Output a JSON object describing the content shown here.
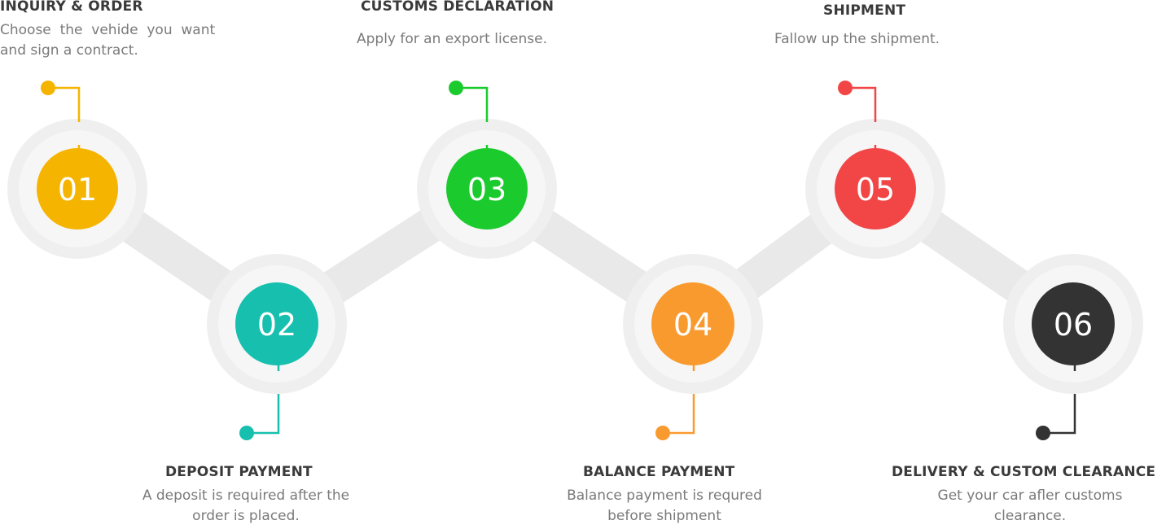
{
  "steps": [
    {
      "number": "01",
      "title": "INQUIRY & ORDER",
      "desc_line1": "Choose  the  vehide  you  want",
      "desc_line2": "and sign a contract.",
      "color": "#f5b400"
    },
    {
      "number": "02",
      "title": "DEPOSIT PAYMENT",
      "desc_line1": "A deposit is required after the",
      "desc_line2": "order is placed.",
      "color": "#16bfae"
    },
    {
      "number": "03",
      "title": "CUSTOMS DECLARATION",
      "desc_line1": "Apply for an export license.",
      "desc_line2": "",
      "color": "#1bcb2e"
    },
    {
      "number": "04",
      "title": "BALANCE PAYMENT",
      "desc_line1": "Balance payment is requred",
      "desc_line2": "before shipment",
      "color": "#f99a2f"
    },
    {
      "number": "05",
      "title": "SHIPMENT",
      "desc_line1": "Fallow up the shipment.",
      "desc_line2": "",
      "color": "#f24646"
    },
    {
      "number": "06",
      "title": "DELIVERY & CUSTOM CLEARANCE",
      "desc_line1": "Get your car afler customs",
      "desc_line2": "clearance.",
      "color": "#333333"
    }
  ],
  "ring_color": "#efefef",
  "connector_color": "#e9e9e9"
}
